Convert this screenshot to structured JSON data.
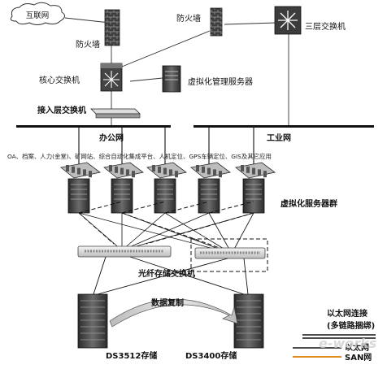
{
  "labels": {
    "internet": "互联网",
    "firewall_left": "防火墙",
    "firewall_top": "防火墙",
    "l3_switch": "三层交换机",
    "core_switch": "核心交换机",
    "virt_mgmt_server": "虚拟化管理服务器",
    "access_switch": "接入层交换机",
    "office_net": "办公网",
    "industrial_net": "工业网",
    "apps_line": "OA、档案、人力(金堂)、矿网站、综合自动化集成平台、人机定位、GPS车辆定位、GIS及其它应用",
    "virt_server_cluster": "虚拟化服务器群",
    "fc_switch": "光纤存储交换机",
    "data_replication": "数据复制",
    "ds3512": "DS3512存储",
    "ds3400": "DS3400存储",
    "legend_eth_multi_1": "以太网连接",
    "legend_eth_multi_2": "(多链路捆绑)",
    "legend_eth": "以太网",
    "legend_san": "SAN网",
    "watermark": "e-works"
  },
  "colors": {
    "eth_line": "#111111",
    "san_line": "#e08a1e",
    "device_dark": "#4a4a4a",
    "device_light": "#d9d9d9",
    "watermark": "#cccccc"
  }
}
